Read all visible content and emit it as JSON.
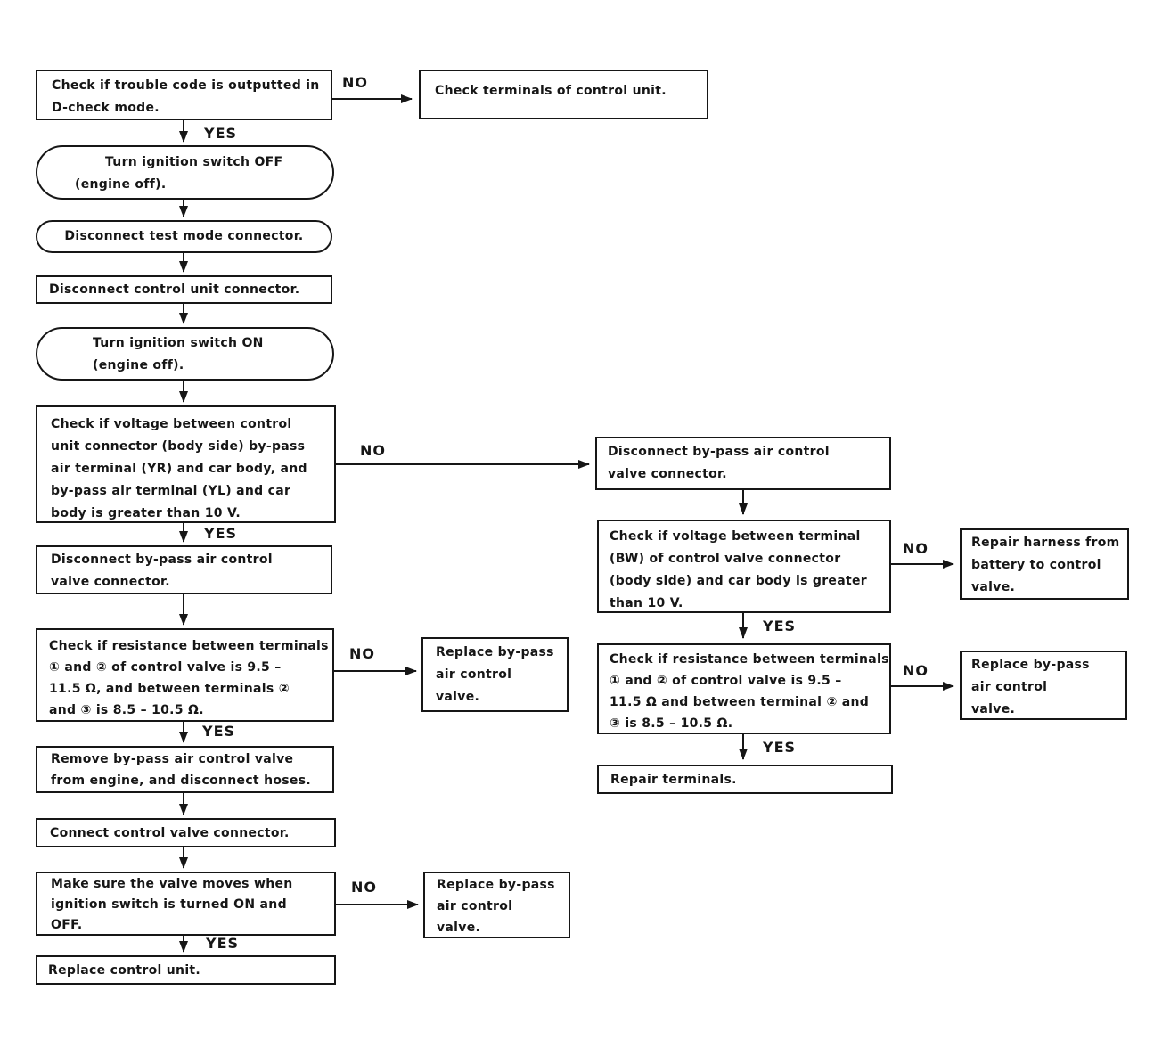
{
  "colors": {
    "ink": "#161616",
    "paper": "#ffffff"
  },
  "labels": {
    "yes": "YES",
    "no": "NO"
  },
  "flowchart": {
    "nodes": {
      "trouble_code": "Check if trouble code is outputted in\nD-check mode.",
      "check_terminals": "Check terminals of control unit.",
      "ignition_off": "Turn ignition switch OFF\n(engine off).",
      "disconnect_test_mode": "Disconnect test mode connector.",
      "disconnect_control_unit": "Disconnect control unit connector.",
      "ignition_on": "Turn ignition switch ON\n(engine off).",
      "voltage_check": "Check if voltage between control\nunit connector (body side) by-pass\nair terminal (YR) and car body, and\nby-pass air terminal (YL) and car\nbody is greater than 10 V.",
      "disconnect_bypass": "Disconnect by-pass air control\nvalve connector.",
      "resistance_check_left": "Check if resistance between terminals\n① and ② of control valve is 9.5 –\n11.5 Ω, and between terminals ②\nand ③ is 8.5 – 10.5 Ω.",
      "replace_bypass_mid": "Replace by-pass\nair control\nvalve.",
      "remove_bypass": "Remove by-pass air control valve\nfrom engine, and disconnect hoses.",
      "connect_valve": "Connect control valve connector.",
      "valve_moves": "Make sure the valve moves when\nignition switch is turned ON and\nOFF.",
      "replace_bypass_bottom": "Replace by-pass\nair control\nvalve.",
      "replace_control_unit": "Replace control unit.",
      "disconnect_bypass_right": "Disconnect by-pass air control\nvalve connector.",
      "voltage_bw_check": "Check if voltage between terminal\n(BW) of control valve connector\n(body side) and car body is greater\nthan 10 V.",
      "repair_harness": "Repair harness from\nbattery to control\nvalve.",
      "resistance_check_right": "Check if resistance between terminals\n① and ② of control valve is 9.5 –\n11.5 Ω and between terminal ② and\n③ is 8.5 – 10.5 Ω.",
      "replace_bypass_right": "Replace by-pass\nair control\nvalve.",
      "repair_terminals": "Repair terminals."
    }
  }
}
